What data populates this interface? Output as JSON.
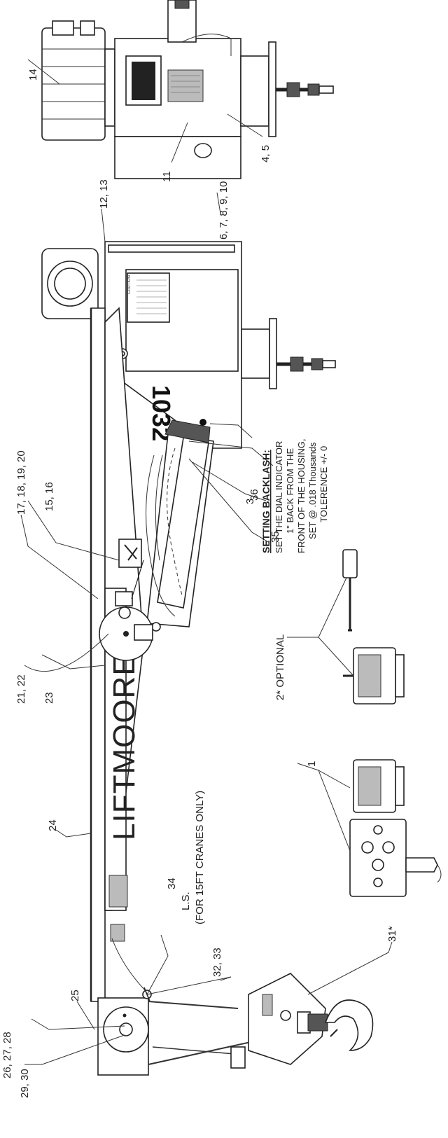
{
  "callouts": {
    "c14": "14",
    "c4_5": "4, 5",
    "c11": "11",
    "c12_13": "12, 13",
    "c6_10": "6, 7, 8, 9, 10",
    "c17_20": "17, 18, 19, 20",
    "c15_16": "15, 16",
    "c21_22": "21, 22",
    "c23": "23",
    "c24": "24",
    "c25": "25",
    "c26_28": "26, 27, 28",
    "c29_30": "29, 30",
    "c34": "34",
    "c32_33": "32, 33",
    "c31": "31*",
    "c3": "3",
    "c36": "36",
    "c35": "35",
    "c1": "1",
    "c2_optional": "2* OPTIONAL"
  },
  "limit_switch": {
    "label": "L.S.",
    "note": "(FOR 15FT CRANES ONLY)"
  },
  "boom_brand": "LIFTMOORE",
  "caution_label": "CAUTION",
  "housing_number": "1032",
  "backlash_note": {
    "title": "SETTING BACKLASH:",
    "lines": [
      "SET THE DIAL INDICATOR",
      "1\" BACK FROM THE",
      "FRONT OF THE HOUSING,",
      "SET @ .018 Thousands",
      "TOLERENCE +/- 0"
    ]
  }
}
